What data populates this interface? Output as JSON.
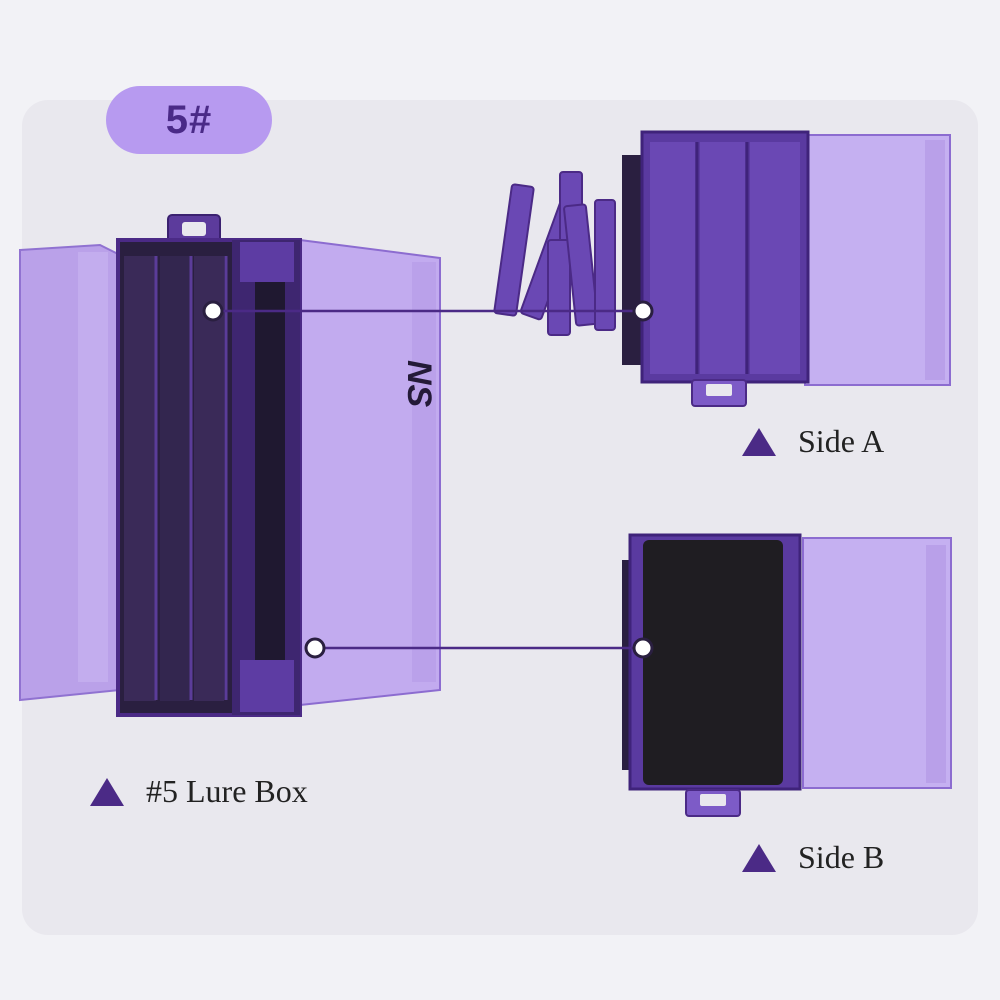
{
  "badge": {
    "label": "5#"
  },
  "captions": {
    "side_a": "Side A",
    "side_b": "Side B",
    "lure_box": "#5 Lure Box"
  },
  "brand_mark": "NS",
  "colors": {
    "accent_purple": "#4b2a86",
    "badge_fill": "#b79af0",
    "badge_text": "#4a2a87",
    "lid_purple": "#b79ce8",
    "foam_black": "#1f1d22"
  }
}
